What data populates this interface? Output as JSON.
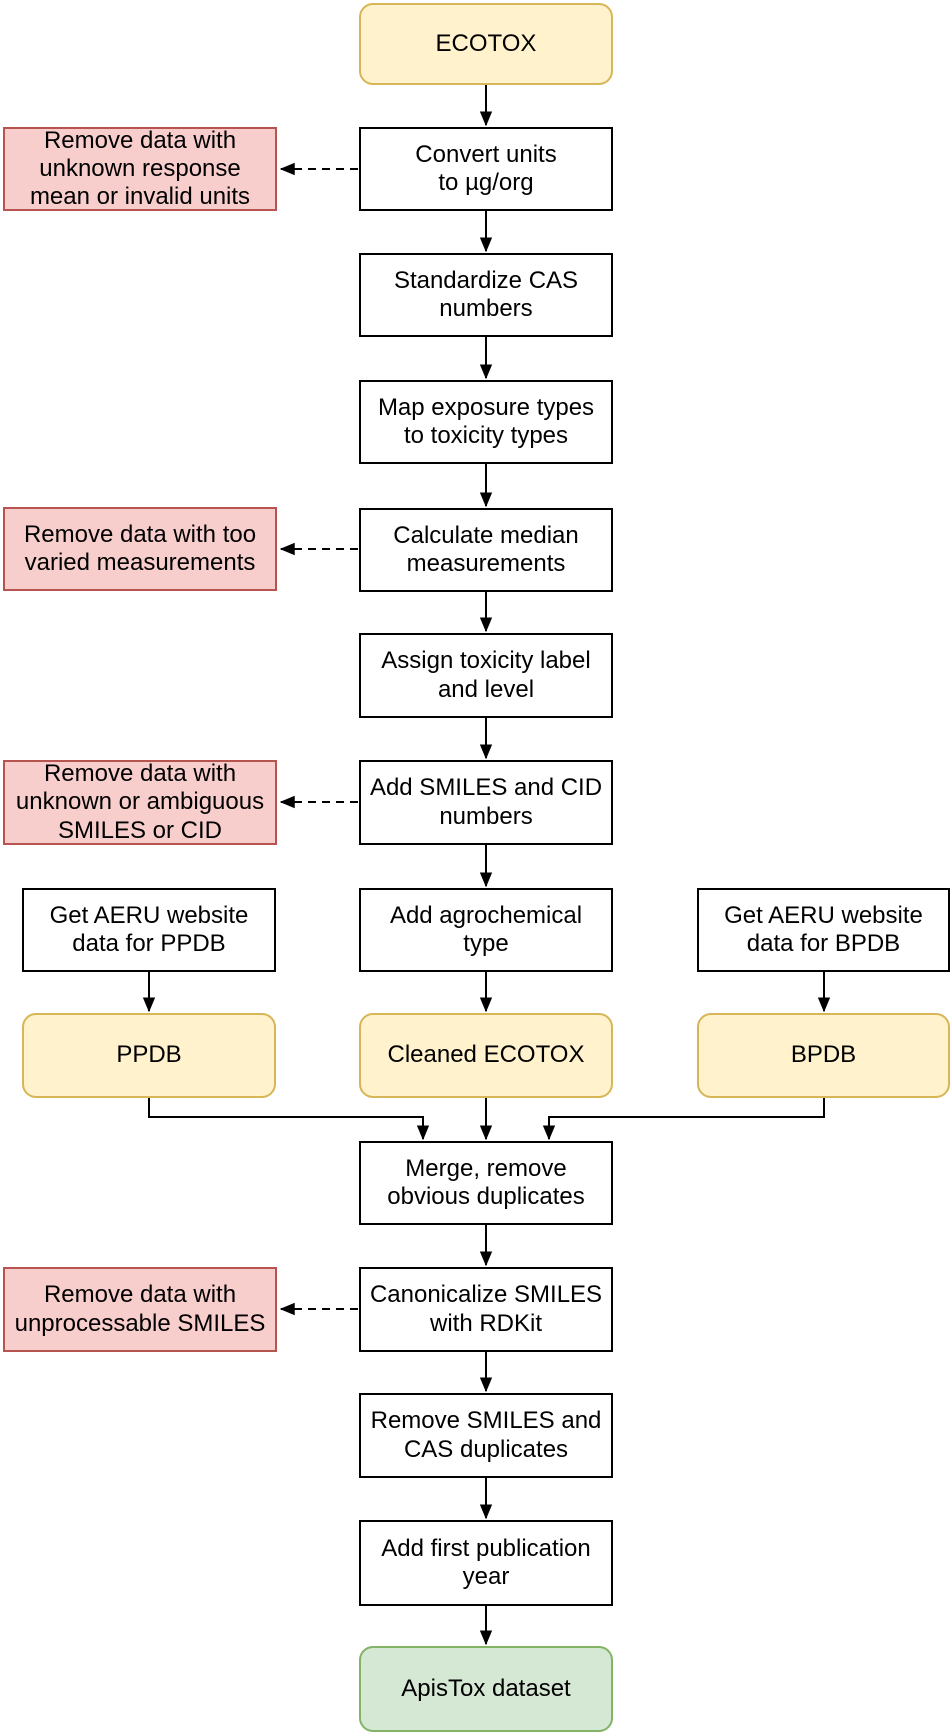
{
  "diagram": {
    "type": "flowchart",
    "palette": {
      "process_fill": "#FFFFFF",
      "process_border": "#000000",
      "database_fill": "#FFF2CC",
      "database_border": "#D6B656",
      "removal_fill": "#F8CECC",
      "removal_border": "#B85450",
      "output_fill": "#D5E8D4",
      "output_border": "#82B366",
      "arrow_color": "#000000",
      "text_color": "#000000"
    },
    "nodes": {
      "ecotox": {
        "label": "ECOTOX",
        "type": "database"
      },
      "convert_units": {
        "label": "Convert units\nto µg/org",
        "type": "process"
      },
      "remove_unknown_response": {
        "label": "Remove data with\nunknown response\nmean or invalid units",
        "type": "removal"
      },
      "standardize_cas": {
        "label": "Standardize CAS\nnumbers",
        "type": "process"
      },
      "map_exposure": {
        "label": "Map exposure types\nto toxicity types",
        "type": "process"
      },
      "remove_varied": {
        "label": "Remove data with too\nvaried measurements",
        "type": "removal"
      },
      "calculate_median": {
        "label": "Calculate median\nmeasurements",
        "type": "process"
      },
      "assign_toxicity": {
        "label": "Assign toxicity label\nand level",
        "type": "process"
      },
      "remove_ambiguous": {
        "label": "Remove data with\nunknown or ambiguous\nSMILES or CID",
        "type": "removal"
      },
      "add_smiles_cid": {
        "label": "Add SMILES and CID\nnumbers",
        "type": "process"
      },
      "get_aeru_ppdb": {
        "label": "Get AERU website\ndata for PPDB",
        "type": "process"
      },
      "add_agrochemical": {
        "label": "Add agrochemical\ntype",
        "type": "process"
      },
      "get_aeru_bpdb": {
        "label": "Get AERU website\ndata for BPDB",
        "type": "process"
      },
      "ppdb": {
        "label": "PPDB",
        "type": "database"
      },
      "cleaned_ecotox": {
        "label": "Cleaned ECOTOX",
        "type": "database"
      },
      "bpdb": {
        "label": "BPDB",
        "type": "database"
      },
      "merge": {
        "label": "Merge, remove\nobvious duplicates",
        "type": "process"
      },
      "remove_unprocessable": {
        "label": "Remove data with\nunprocessable SMILES",
        "type": "removal"
      },
      "canonicalize": {
        "label": "Canonicalize SMILES\nwith RDKit",
        "type": "process"
      },
      "remove_duplicates": {
        "label": "Remove SMILES and\nCAS duplicates",
        "type": "process"
      },
      "add_publication_year": {
        "label": "Add first publication\nyear",
        "type": "process"
      },
      "apistox": {
        "label": "ApisTox dataset",
        "type": "output"
      }
    },
    "edges": [
      {
        "from": "ecotox",
        "to": "convert_units",
        "style": "solid"
      },
      {
        "from": "convert_units",
        "to": "remove_unknown_response",
        "style": "dashed"
      },
      {
        "from": "convert_units",
        "to": "standardize_cas",
        "style": "solid"
      },
      {
        "from": "standardize_cas",
        "to": "map_exposure",
        "style": "solid"
      },
      {
        "from": "map_exposure",
        "to": "calculate_median",
        "style": "solid"
      },
      {
        "from": "calculate_median",
        "to": "remove_varied",
        "style": "dashed"
      },
      {
        "from": "calculate_median",
        "to": "assign_toxicity",
        "style": "solid"
      },
      {
        "from": "assign_toxicity",
        "to": "add_smiles_cid",
        "style": "solid"
      },
      {
        "from": "add_smiles_cid",
        "to": "remove_ambiguous",
        "style": "dashed"
      },
      {
        "from": "add_smiles_cid",
        "to": "add_agrochemical",
        "style": "solid"
      },
      {
        "from": "add_agrochemical",
        "to": "cleaned_ecotox",
        "style": "solid"
      },
      {
        "from": "get_aeru_ppdb",
        "to": "ppdb",
        "style": "solid"
      },
      {
        "from": "get_aeru_bpdb",
        "to": "bpdb",
        "style": "solid"
      },
      {
        "from": "ppdb",
        "to": "merge",
        "style": "solid"
      },
      {
        "from": "cleaned_ecotox",
        "to": "merge",
        "style": "solid"
      },
      {
        "from": "bpdb",
        "to": "merge",
        "style": "solid"
      },
      {
        "from": "merge",
        "to": "canonicalize",
        "style": "solid"
      },
      {
        "from": "canonicalize",
        "to": "remove_unprocessable",
        "style": "dashed"
      },
      {
        "from": "canonicalize",
        "to": "remove_duplicates",
        "style": "solid"
      },
      {
        "from": "remove_duplicates",
        "to": "add_publication_year",
        "style": "solid"
      },
      {
        "from": "add_publication_year",
        "to": "apistox",
        "style": "solid"
      }
    ]
  }
}
